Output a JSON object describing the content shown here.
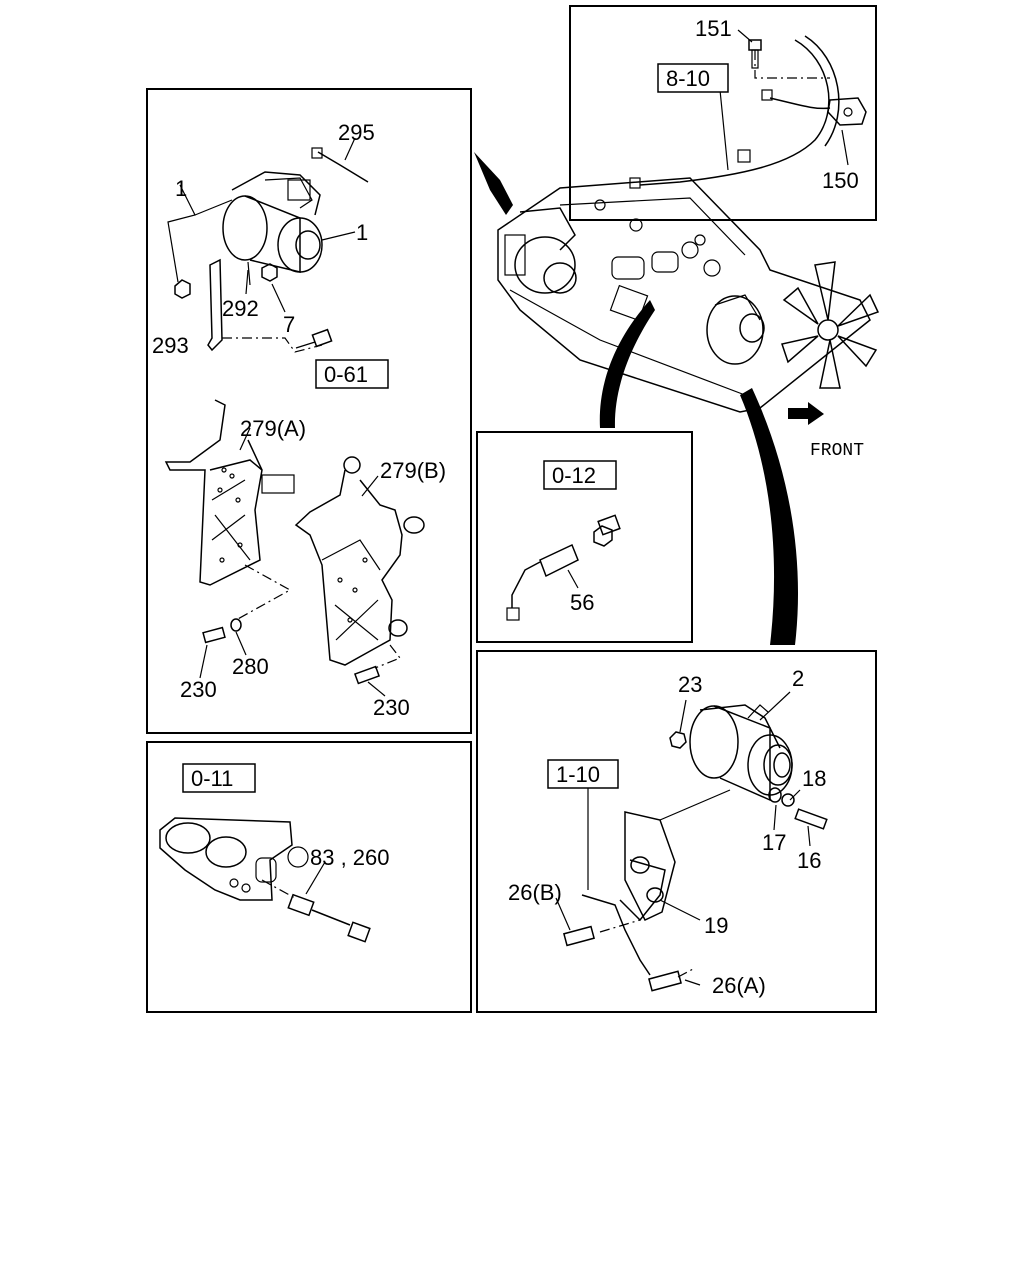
{
  "labels": {
    "p151": "151",
    "ref_8_10": "8-10",
    "p150": "150",
    "p295": "295",
    "p1_left": "1",
    "p1_right": "1",
    "p292": "292",
    "p7": "7",
    "p293": "293",
    "ref_0_61": "0-61",
    "p279a": "279(A)",
    "p279b": "279(B)",
    "p230_left": "230",
    "p280": "280",
    "p230_right": "230",
    "ref_0_11": "0-11",
    "p83_260": "83 , 260",
    "ref_0_12": "0-12",
    "p56": "56",
    "front": "FRONT",
    "p23": "23",
    "p2": "2",
    "ref_1_10": "1-10",
    "p18": "18",
    "p17": "17",
    "p16": "16",
    "p26b": "26(B)",
    "p19": "19",
    "p26a": "26(A)"
  }
}
